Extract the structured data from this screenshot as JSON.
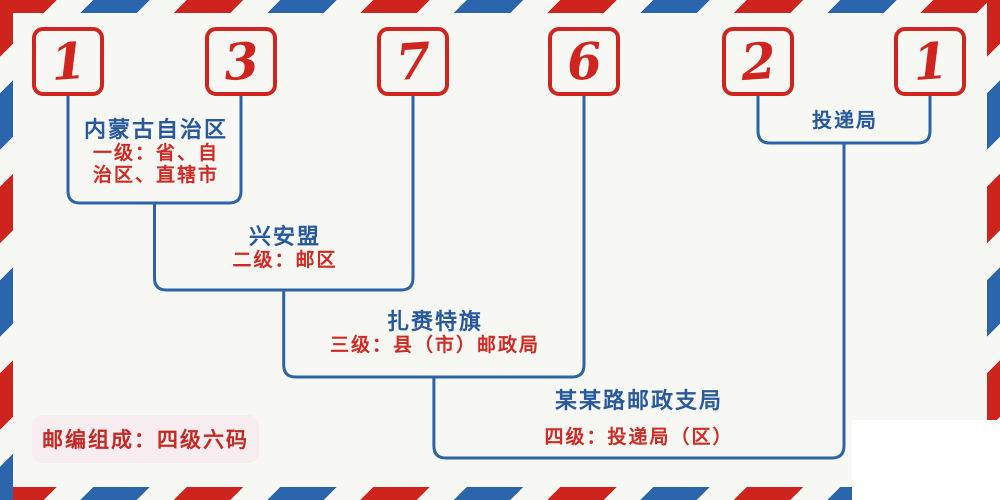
{
  "code": {
    "digits": [
      "1",
      "3",
      "7",
      "6",
      "2",
      "1"
    ]
  },
  "levels": [
    {
      "name": "内蒙古自治区",
      "desc_lines": [
        "一级：省、自",
        "治区、直辖市"
      ]
    },
    {
      "name": "兴安盟",
      "desc": "二级：邮区"
    },
    {
      "name": "扎赉特旗",
      "desc": "三级：县（市）邮政局"
    },
    {
      "name": "某某路邮政支局",
      "desc": "四级：投递局（区）"
    }
  ],
  "delivery_bracket_label": "投递局",
  "footer_note": "邮编组成：四级六码",
  "colors": {
    "stripe_red": "#cf241e",
    "stripe_blue": "#2b66ad",
    "digit_red": "#d0241e",
    "connector_blue": "#2d64a6",
    "name_blue": "#27599c",
    "desc_red": "#d02a24",
    "note_background": "#f7edf0",
    "page_background": "#f7f8f3",
    "corner_mask": "#ffffff"
  }
}
